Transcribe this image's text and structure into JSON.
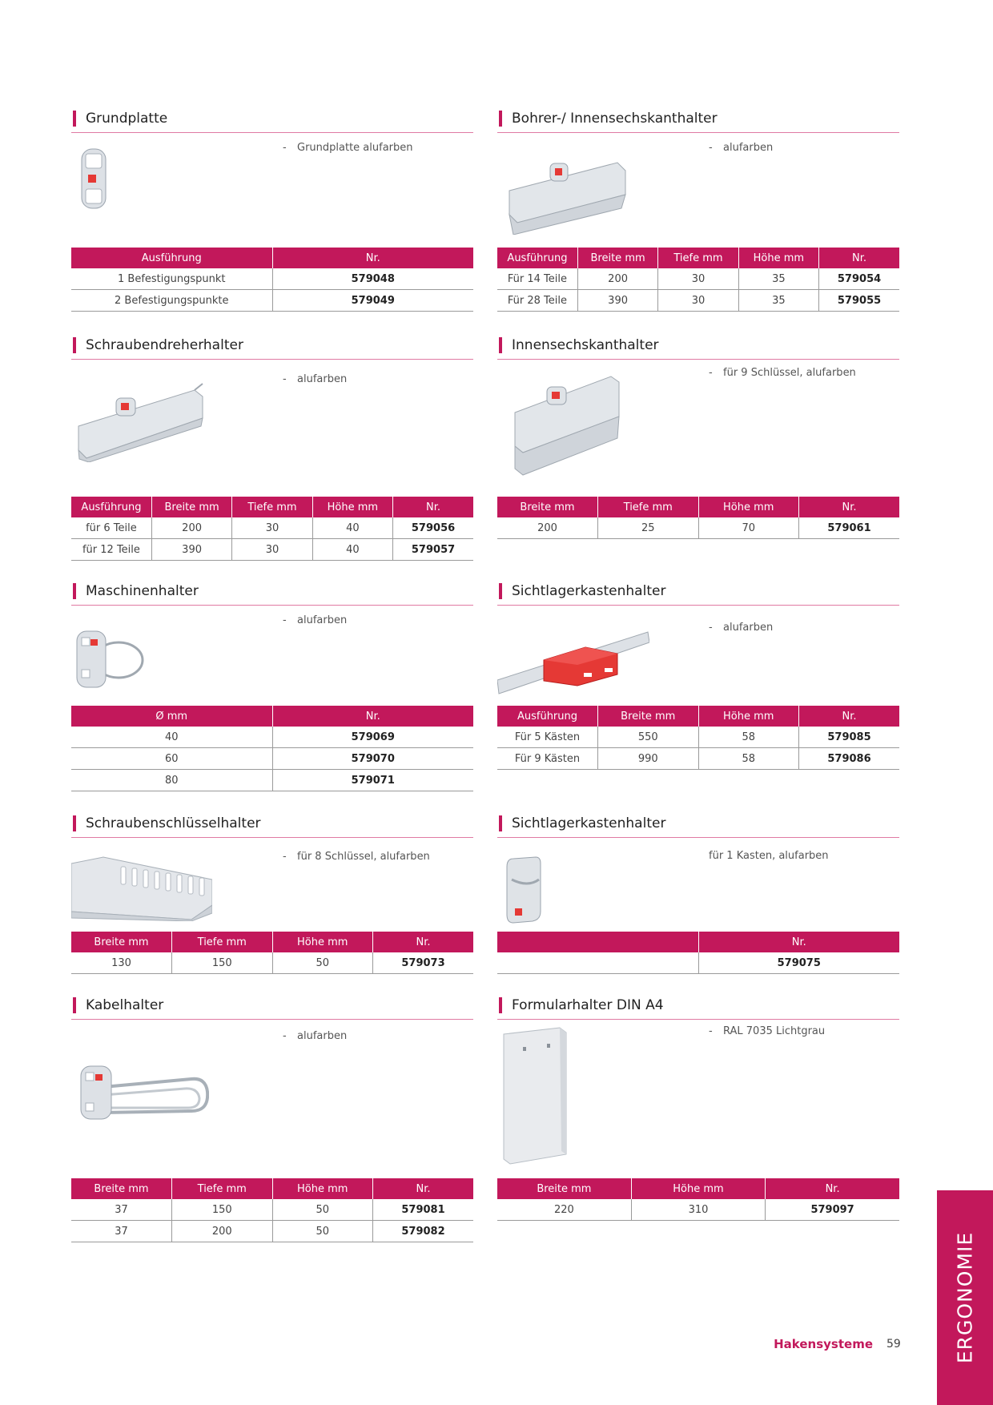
{
  "sections": [
    {
      "title": "Grundplatte",
      "desc": "Grundplatte alufarben",
      "dash": "-",
      "columns": [
        "Ausführung",
        "Nr."
      ],
      "rows": [
        [
          "1 Befestigungspunkt",
          "579048"
        ],
        [
          "2 Befestigungspunkte",
          "579049"
        ]
      ]
    },
    {
      "title": "Bohrer-/ Innensechskanthalter",
      "desc": "alufarben",
      "dash": "-",
      "columns": [
        "Ausführung",
        "Breite mm",
        "Tiefe mm",
        "Höhe mm",
        "Nr."
      ],
      "rows": [
        [
          "Für 14 Teile",
          "200",
          "30",
          "35",
          "579054"
        ],
        [
          "Für 28 Teile",
          "390",
          "30",
          "35",
          "579055"
        ]
      ]
    },
    {
      "title": "Schraubendreherhalter",
      "desc": "alufarben",
      "dash": "-",
      "columns": [
        "Ausführung",
        "Breite mm",
        "Tiefe mm",
        "Höhe mm",
        "Nr."
      ],
      "rows": [
        [
          "für 6 Teile",
          "200",
          "30",
          "40",
          "579056"
        ],
        [
          "für 12 Teile",
          "390",
          "30",
          "40",
          "579057"
        ]
      ]
    },
    {
      "title": "Innensechskanthalter",
      "desc": "für 9 Schlüssel, alufarben",
      "dash": "-",
      "columns": [
        "Breite mm",
        "Tiefe mm",
        "Höhe mm",
        "Nr."
      ],
      "rows": [
        [
          "200",
          "25",
          "70",
          "579061"
        ]
      ]
    },
    {
      "title": "Maschinenhalter",
      "desc": "alufarben",
      "dash": "-",
      "columns": [
        "Ø mm",
        "Nr."
      ],
      "rows": [
        [
          "40",
          "579069"
        ],
        [
          "60",
          "579070"
        ],
        [
          "80",
          "579071"
        ]
      ]
    },
    {
      "title": "Sichtlagerkastenhalter",
      "desc": "alufarben",
      "dash": "-",
      "columns": [
        "Ausführung",
        "Breite mm",
        "Höhe mm",
        "Nr."
      ],
      "rows": [
        [
          "Für 5 Kästen",
          "550",
          "58",
          "579085"
        ],
        [
          "Für 9 Kästen",
          "990",
          "58",
          "579086"
        ]
      ]
    },
    {
      "title": "Schraubenschlüsselhalter",
      "desc": "für 8 Schlüssel, alufarben",
      "dash": "-",
      "columns": [
        "Breite mm",
        "Tiefe mm",
        "Höhe mm",
        "Nr."
      ],
      "rows": [
        [
          "130",
          "150",
          "50",
          "579073"
        ]
      ]
    },
    {
      "title": "Sichtlagerkastenhalter",
      "desc": "für 1 Kasten, alufarben",
      "dash": "",
      "columns": [
        "",
        "Nr."
      ],
      "rows": [
        [
          "",
          "579075"
        ]
      ]
    },
    {
      "title": "Kabelhalter",
      "desc": "alufarben",
      "dash": "-",
      "columns": [
        "Breite mm",
        "Tiefe mm",
        "Höhe mm",
        "Nr."
      ],
      "rows": [
        [
          "37",
          "150",
          "50",
          "579081"
        ],
        [
          "37",
          "200",
          "50",
          "579082"
        ]
      ]
    },
    {
      "title": "Formularhalter DIN A4",
      "desc": "RAL 7035 Lichtgrau",
      "dash": "-",
      "columns": [
        "Breite mm",
        "Höhe mm",
        "Nr."
      ],
      "rows": [
        [
          "220",
          "310",
          "579097"
        ]
      ]
    }
  ],
  "footer": {
    "label": "Hakensysteme",
    "page": "59"
  },
  "side_tab": "ERGONOMIE",
  "colors": {
    "accent": "#c2185b",
    "rule": "#e07aa3",
    "metal": "#d7dbe0",
    "red_part": "#e53935"
  }
}
